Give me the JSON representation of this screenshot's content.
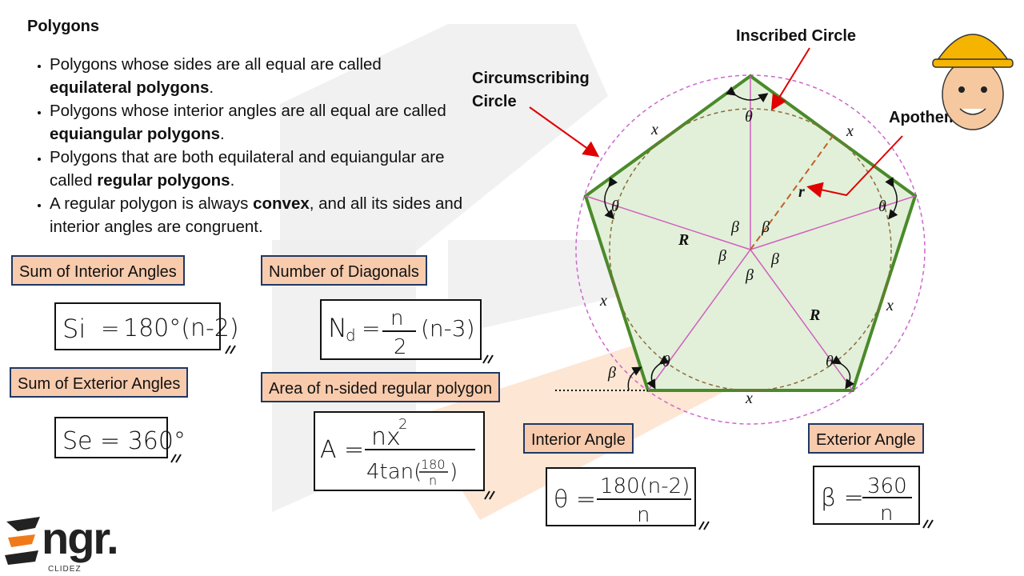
{
  "title": "Polygons",
  "bullets": [
    {
      "pre": "Polygons whose sides are all equal are called ",
      "bold": "equilateral polygons",
      "post": "."
    },
    {
      "pre": "Polygons whose interior angles are all equal are called ",
      "bold": "equiangular polygons",
      "post": "."
    },
    {
      "pre": "Polygons that are both equilateral and equiangular are called ",
      "bold": "regular polygons",
      "post": "."
    },
    {
      "pre": "A regular polygon is always ",
      "bold": "convex",
      "post": ", and all its sides and interior angles are congruent."
    }
  ],
  "labels": {
    "sum_interior": "Sum of Interior Angles",
    "sum_exterior": "Sum of Exterior Angles",
    "num_diagonals": "Number of Diagonals",
    "area": "Area of n-sided regular polygon",
    "interior_angle": "Interior Angle",
    "exterior_angle": "Exterior Angle"
  },
  "formulas": {
    "si_lhs": "Si",
    "si_rhs": "180°(n-2)",
    "se": "Se = 360°",
    "nd_lhs": "N",
    "nd_sub": "d",
    "nd_num": "n",
    "nd_den": "2",
    "nd_tail": "(n-3)",
    "area_lhs": "A =",
    "area_num": "nx",
    "area_exp": "2",
    "area_den_pre": "4tan(",
    "area_den_num": "180",
    "area_den_den": "n",
    "area_den_post": ")",
    "theta_lhs": "θ =",
    "theta_num": "180(n-2)",
    "theta_den": "n",
    "beta_lhs": "β =",
    "beta_num": "360",
    "beta_den": "n",
    "eq": "="
  },
  "diagram": {
    "inscribed": "Inscribed Circle",
    "circumscribing_line1": "Circumscribing",
    "circumscribing_line2": "Circle",
    "apothem": "Apothem",
    "side": "x",
    "theta": "θ",
    "beta": "β",
    "R": "R",
    "r": "r"
  },
  "colors": {
    "label_fill": "#f8cbad",
    "label_border": "#1f3864",
    "polygon_stroke": "#4a8a2a",
    "polygon_fill": "#e2f0d9",
    "radius": "#d060c0",
    "circumcircle": "#cc66cc",
    "incircle": "#8b6b3a",
    "arrow": "#e00000"
  },
  "logo": {
    "main": "ngr.",
    "sub": "CLIDEZ"
  }
}
